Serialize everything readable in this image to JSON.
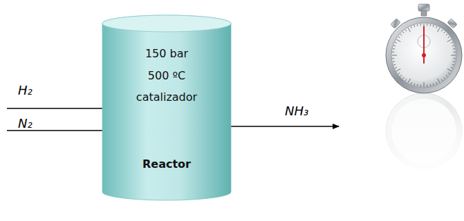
{
  "diagram": {
    "nodes": [
      {
        "text": [
          "150 bar",
          "500 ºC",
          "catalizador",
          "Reactor"
        ]
      }
    ],
    "labels": [
      "H₂",
      "N₂",
      "NH₃"
    ]
  }
}
